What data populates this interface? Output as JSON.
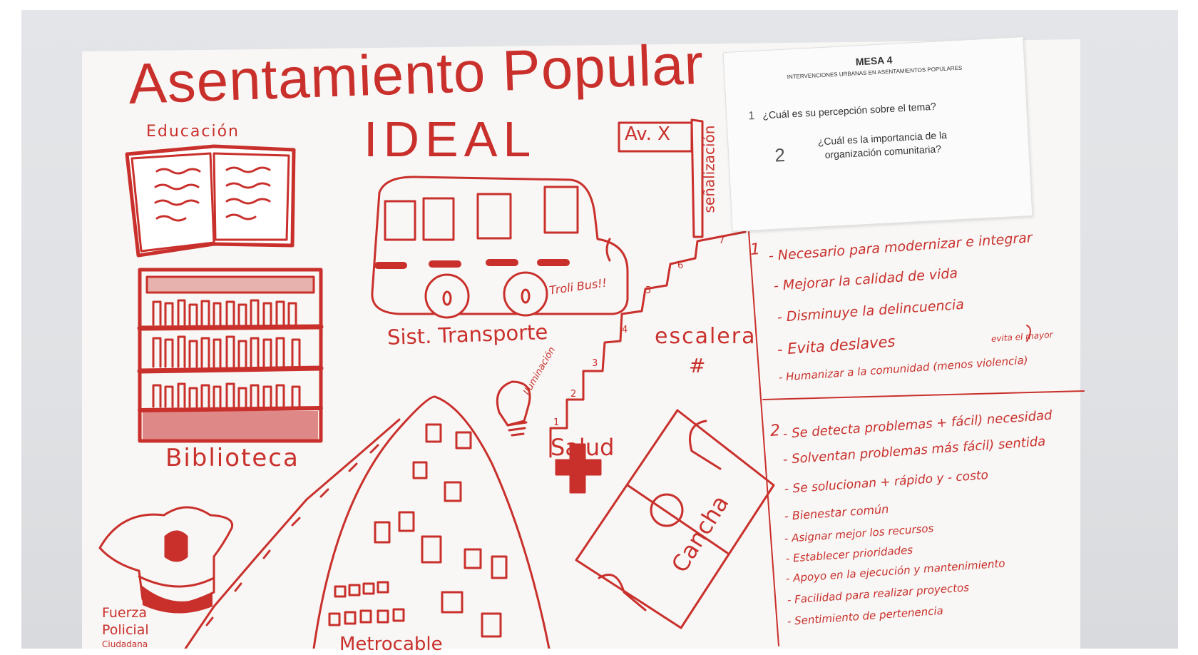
{
  "poster": {
    "title": "Asentamiento Popular",
    "subtitle": "IDEAL",
    "labels": {
      "educacion": "Educación",
      "biblioteca": "Biblioteca",
      "transporte": "Sist. Transporte",
      "trolibus": "Troli Bus!!",
      "avenida": "Av. X",
      "senalizacion": "señalización",
      "escalera": "escalera",
      "escalera_mark": "#",
      "iluminacion": "Iluminación",
      "salud": "Salud",
      "cancha": "Cancha",
      "metrocable": "Metrocable",
      "fuerza": "Fuerza",
      "policial": "Policial",
      "ciudadana": "Ciudadana"
    },
    "steps": [
      "1",
      "2",
      "3",
      "4",
      "5",
      "6",
      "7"
    ]
  },
  "card": {
    "mesa": "MESA 4",
    "subtitle": "INTERVENCIONES URBANAS EN ASENTAMIENTOS POPULARES",
    "q1_num": "1",
    "q1": "¿Cuál es su percepción sobre el tema?",
    "q2_num": "2",
    "q2": "¿Cuál es la importancia de la organización comunitaria?"
  },
  "notes": {
    "section1": [
      "1",
      "- Necesario para modernizar e integrar",
      "- Mejorar la calidad de vida",
      "- Disminuye la delincuencia",
      "- Evita deslaves",
      "- Humanizar a la comunidad (menos violencia)",
      "evita el mayor"
    ],
    "section2": [
      "2",
      "- Se detecta problemas + fácil) necesidad",
      "- Solventan problemas más fácil) sentida",
      "- Se solucionan + rápido y - costo",
      "- Bienestar común",
      "- Asignar mejor los recursos",
      "- Establecer prioridades",
      "- Apoyo en la ejecución y mantenimiento",
      "- Facilidad para realizar proyectos",
      "- Sentimiento de pertenencia"
    ]
  },
  "colors": {
    "marker": "#c9302c",
    "paper": "#f8f7f5",
    "wall": "#e1e3e6"
  }
}
